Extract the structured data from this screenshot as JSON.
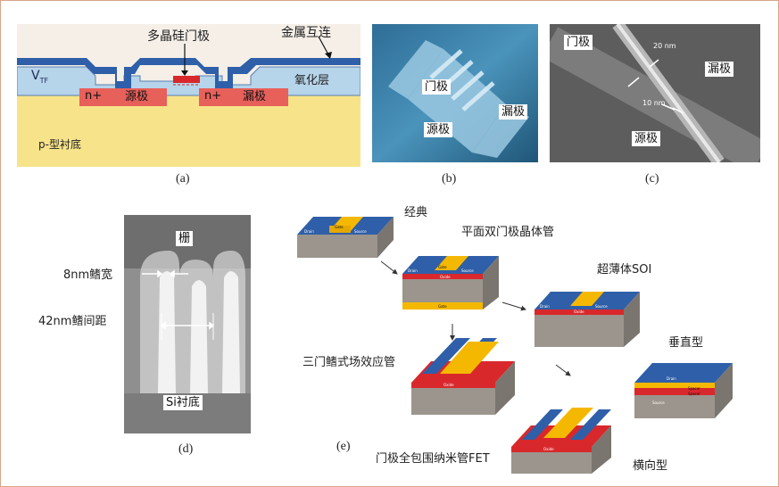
{
  "panel_a": {
    "poly_gate": "多晶硅门极",
    "metal": "金属互连",
    "vtf_main": "V",
    "vtf_sub": "TF",
    "oxide": "氧化层",
    "n_left": "n+",
    "n_right": "n+",
    "source": "源极",
    "drain": "漏极",
    "substrate": "p-型衬底",
    "caption": "(a)"
  },
  "panel_b": {
    "gate": "门极",
    "source": "源极",
    "drain": "漏极",
    "caption": "(b)"
  },
  "panel_c": {
    "gate": "门极",
    "drain": "漏极",
    "source": "源极",
    "dim_20": "20 nm",
    "dim_10": "10 nm",
    "caption": "(c)"
  },
  "panel_d": {
    "gate": "栅",
    "fin_width": "8nm鳍宽",
    "fin_pitch": "42nm鳍间距",
    "substrate": "Si衬底",
    "caption": "(d)"
  },
  "panel_e": {
    "classic": "经典",
    "planar_double": "平面双门极晶体管",
    "ultrathin": "超薄体SOI",
    "vertical": "垂直型",
    "trigate": "三门鳍式场效应管",
    "gaa": "门极全包围纳米管FET",
    "lateral": "横向型",
    "drain": "Drain",
    "source": "Source",
    "gate": "Gate",
    "oxide": "Oxide",
    "spacer": "Spacer",
    "caption": "(e)"
  },
  "colors": {
    "silicon_yellow": "#f7e38a",
    "nplus_red": "#e8605a",
    "oxide_blue": "#b6d4ea",
    "metal_blue": "#2f5fa8",
    "gate_gold": "#f5b800",
    "source_navy": "#1f3f8f",
    "substrate_gray": "#9b958d",
    "oxide_red": "#d8282c"
  }
}
